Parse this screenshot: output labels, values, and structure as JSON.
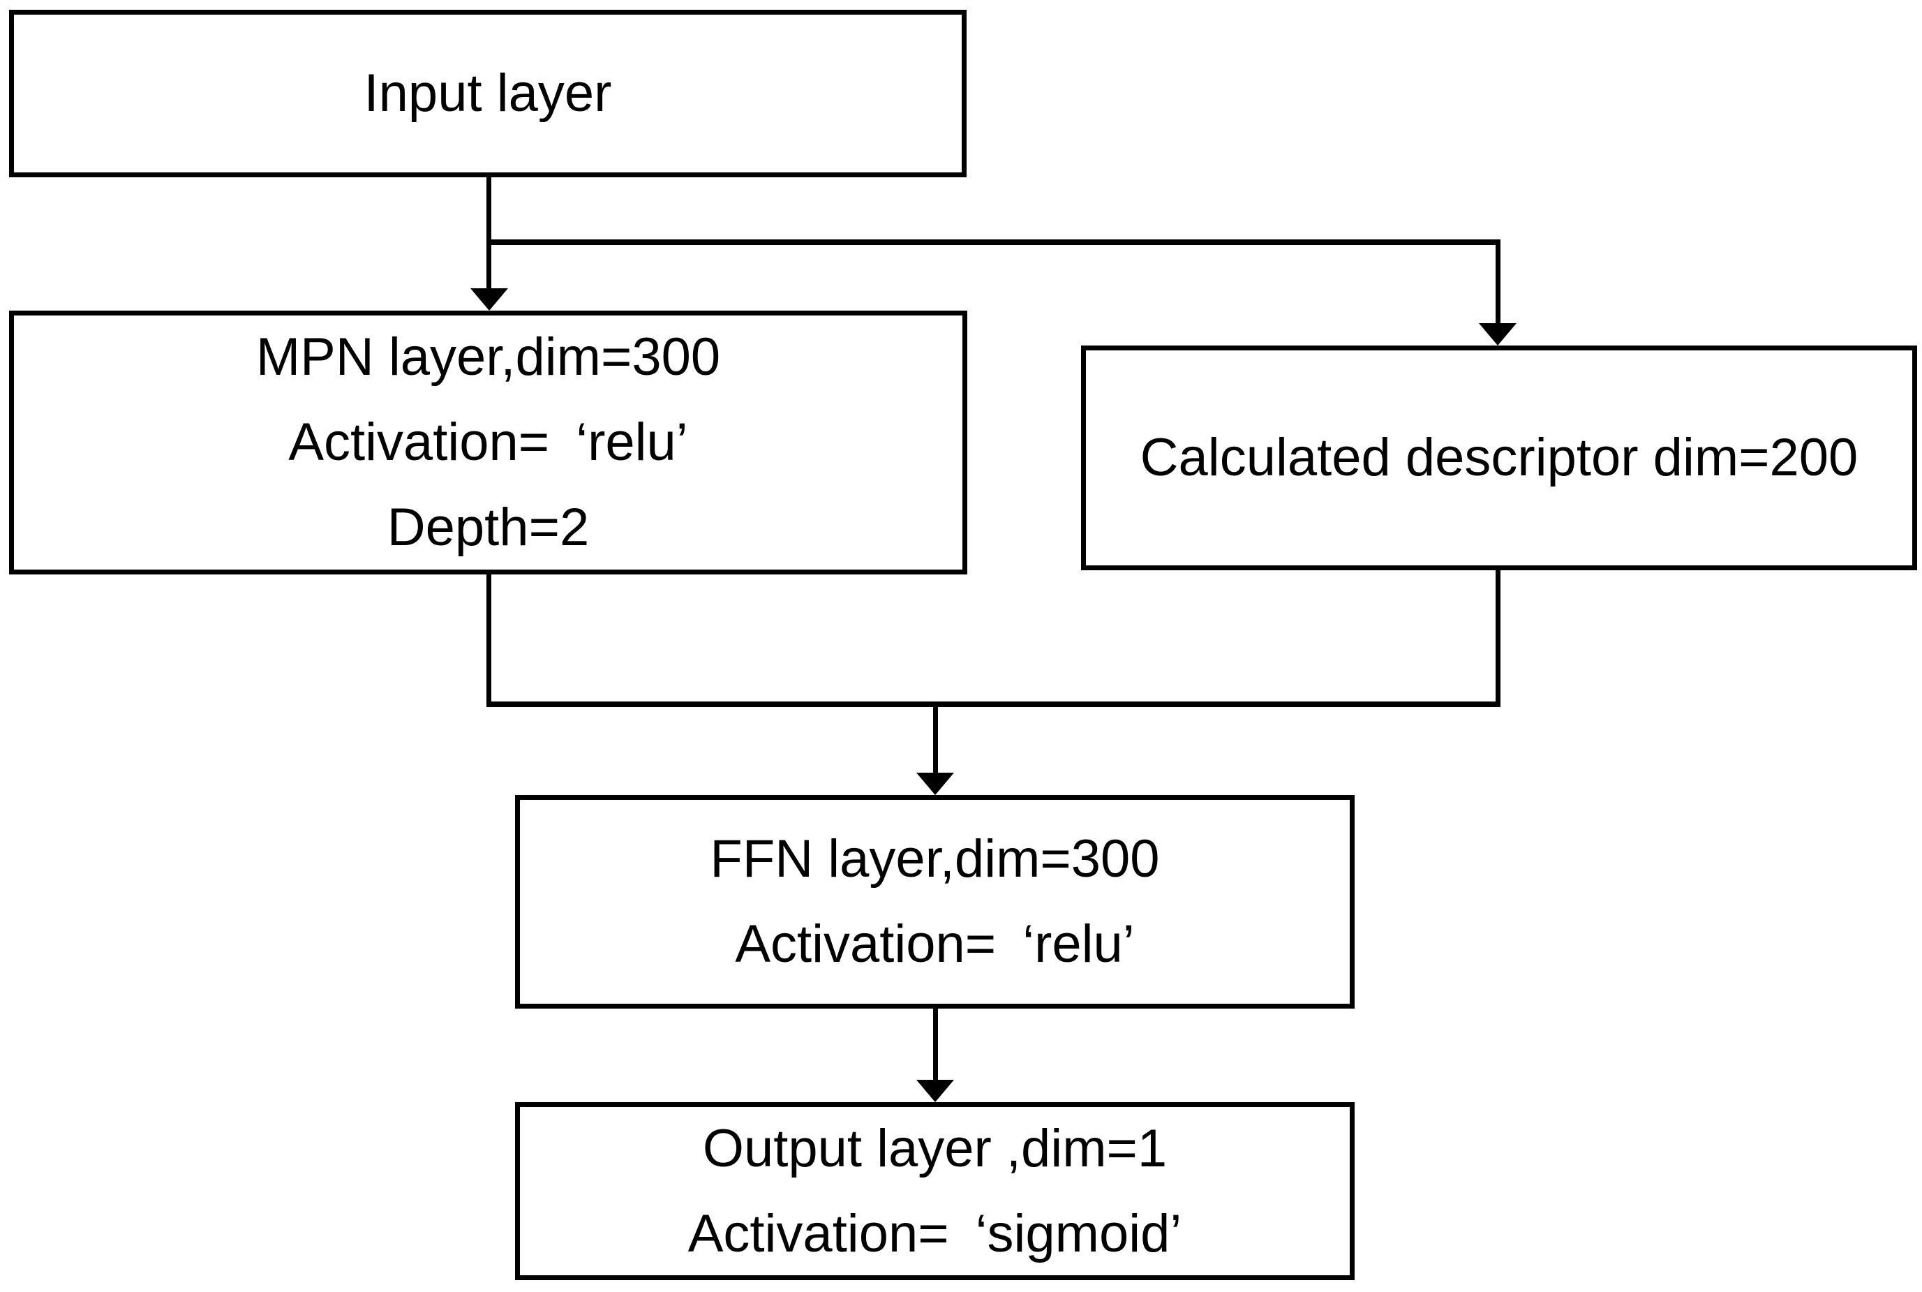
{
  "diagram": {
    "type": "flowchart",
    "colors": {
      "background": "#ffffff",
      "stroke": "#000000",
      "text": "#000000"
    },
    "nodes": {
      "input": {
        "lines": [
          "Input layer"
        ]
      },
      "mpn": {
        "lines": [
          "MPN layer,dim=300",
          "Activation= ‘relu’",
          "Depth=2"
        ]
      },
      "descriptor": {
        "lines": [
          "Calculated descriptor dim=200"
        ]
      },
      "ffn": {
        "lines": [
          "FFN layer,dim=300",
          "Activation= ‘relu’"
        ]
      },
      "output": {
        "lines": [
          "Output layer ,dim=1",
          "Activation= ‘sigmoid’"
        ]
      }
    },
    "edges": [
      {
        "from": "input",
        "to": "mpn"
      },
      {
        "from": "input",
        "to": "descriptor"
      },
      {
        "from": "mpn",
        "to": "ffn"
      },
      {
        "from": "descriptor",
        "to": "ffn"
      },
      {
        "from": "ffn",
        "to": "output"
      }
    ]
  }
}
